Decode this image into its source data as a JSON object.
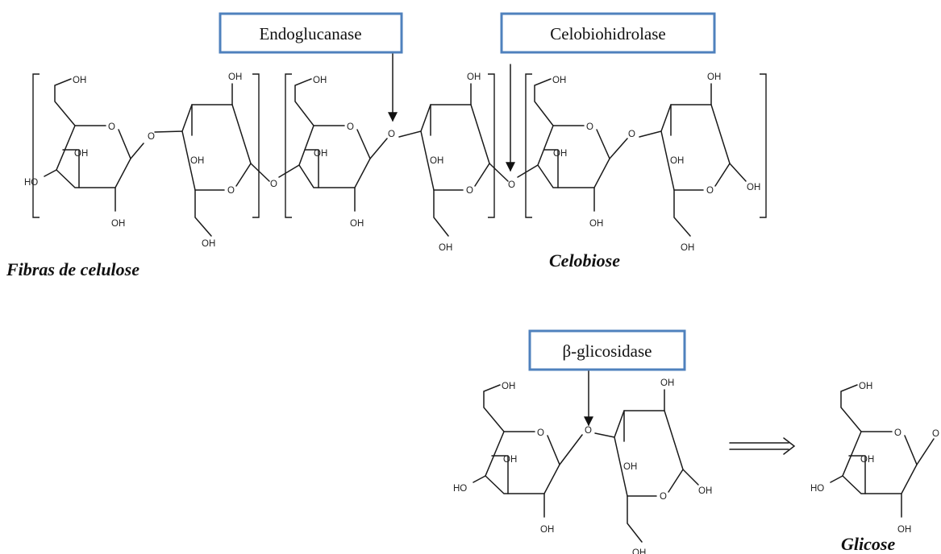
{
  "enzymes": {
    "endoglucanase": "Endoglucanase",
    "celobiohidrolase": "Celobiohidrolase",
    "beta_glicosidase": "β-glicosidase"
  },
  "captions": {
    "fibras": "Fibras de celulose",
    "celobiose": "Celobiose",
    "glicose": "Glicose"
  },
  "atoms": {
    "hydroxyl": "OH",
    "hydroxyl_left": "HO",
    "oxygen": "O"
  },
  "colors": {
    "box_border": "#4f81bd",
    "ink": "#111111"
  }
}
